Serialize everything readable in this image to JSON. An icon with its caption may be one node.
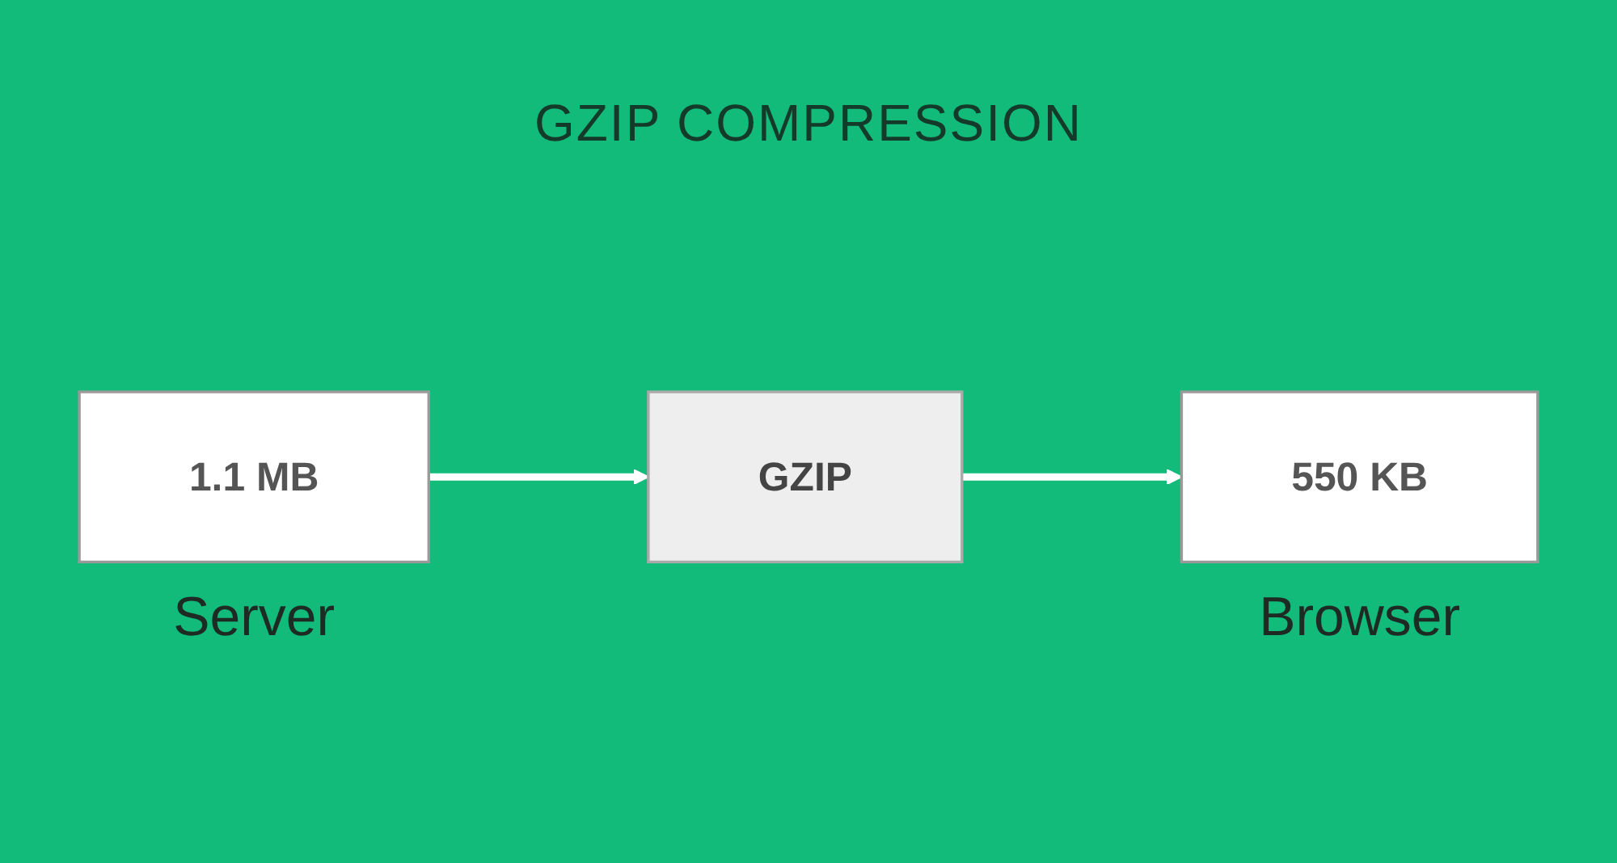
{
  "diagram": {
    "title": "GZIP COMPRESSION",
    "nodes": [
      {
        "text": [
          "1.1 MB"
        ],
        "beside": [
          "Server"
        ]
      },
      {
        "text": [
          "GZIP"
        ]
      },
      {
        "text": [
          "550 KB"
        ],
        "beside": [
          "Browser"
        ]
      }
    ],
    "edges": [
      {
        "from": 0,
        "to": 1,
        "arrow": "to"
      },
      {
        "from": 1,
        "to": 2,
        "arrow": "to"
      }
    ]
  }
}
